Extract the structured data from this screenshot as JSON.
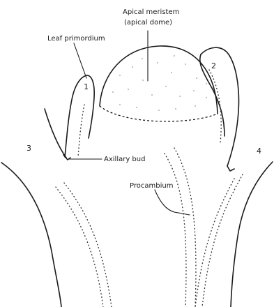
{
  "labels": {
    "apical_meristem_line1": "Apical meristem",
    "apical_meristem_line2": "(apical dome)",
    "leaf_primordium": "Leaf primordium",
    "axillary_bud": "Axillary bud",
    "procambium": "Procambium"
  },
  "numbers": {
    "n1": "1",
    "n2": "2",
    "n3": "3",
    "n4": "4"
  }
}
